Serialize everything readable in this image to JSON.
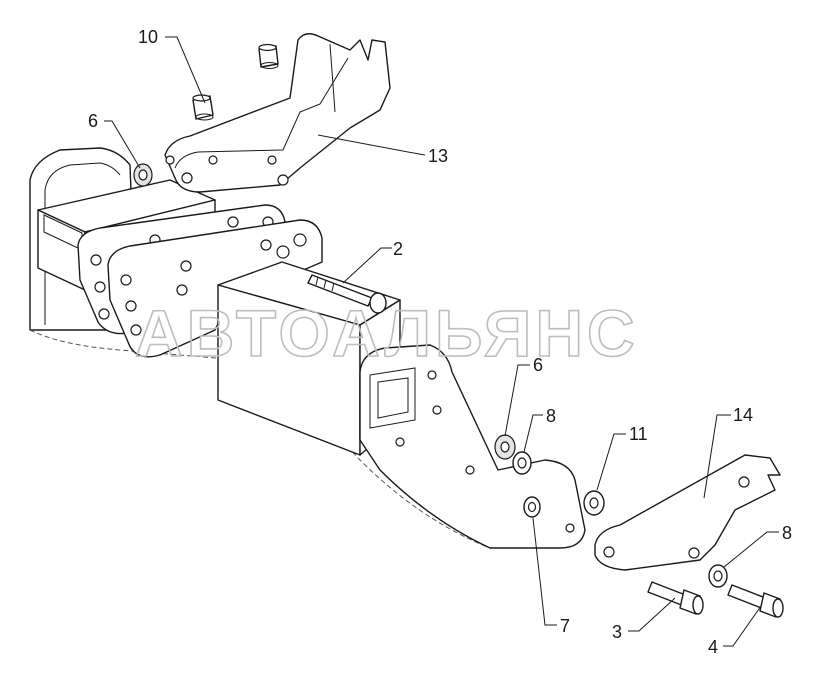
{
  "watermark": "АВТОАЛЬЯНС",
  "callouts": [
    {
      "id": "label-10",
      "text": "10"
    },
    {
      "id": "label-6a",
      "text": "6"
    },
    {
      "id": "label-13",
      "text": "13"
    },
    {
      "id": "label-2",
      "text": "2"
    },
    {
      "id": "label-6b",
      "text": "6"
    },
    {
      "id": "label-8a",
      "text": "8"
    },
    {
      "id": "label-11",
      "text": "11"
    },
    {
      "id": "label-14",
      "text": "14"
    },
    {
      "id": "label-8b",
      "text": "8"
    },
    {
      "id": "label-7",
      "text": "7"
    },
    {
      "id": "label-3",
      "text": "3"
    },
    {
      "id": "label-4",
      "text": "4"
    }
  ]
}
